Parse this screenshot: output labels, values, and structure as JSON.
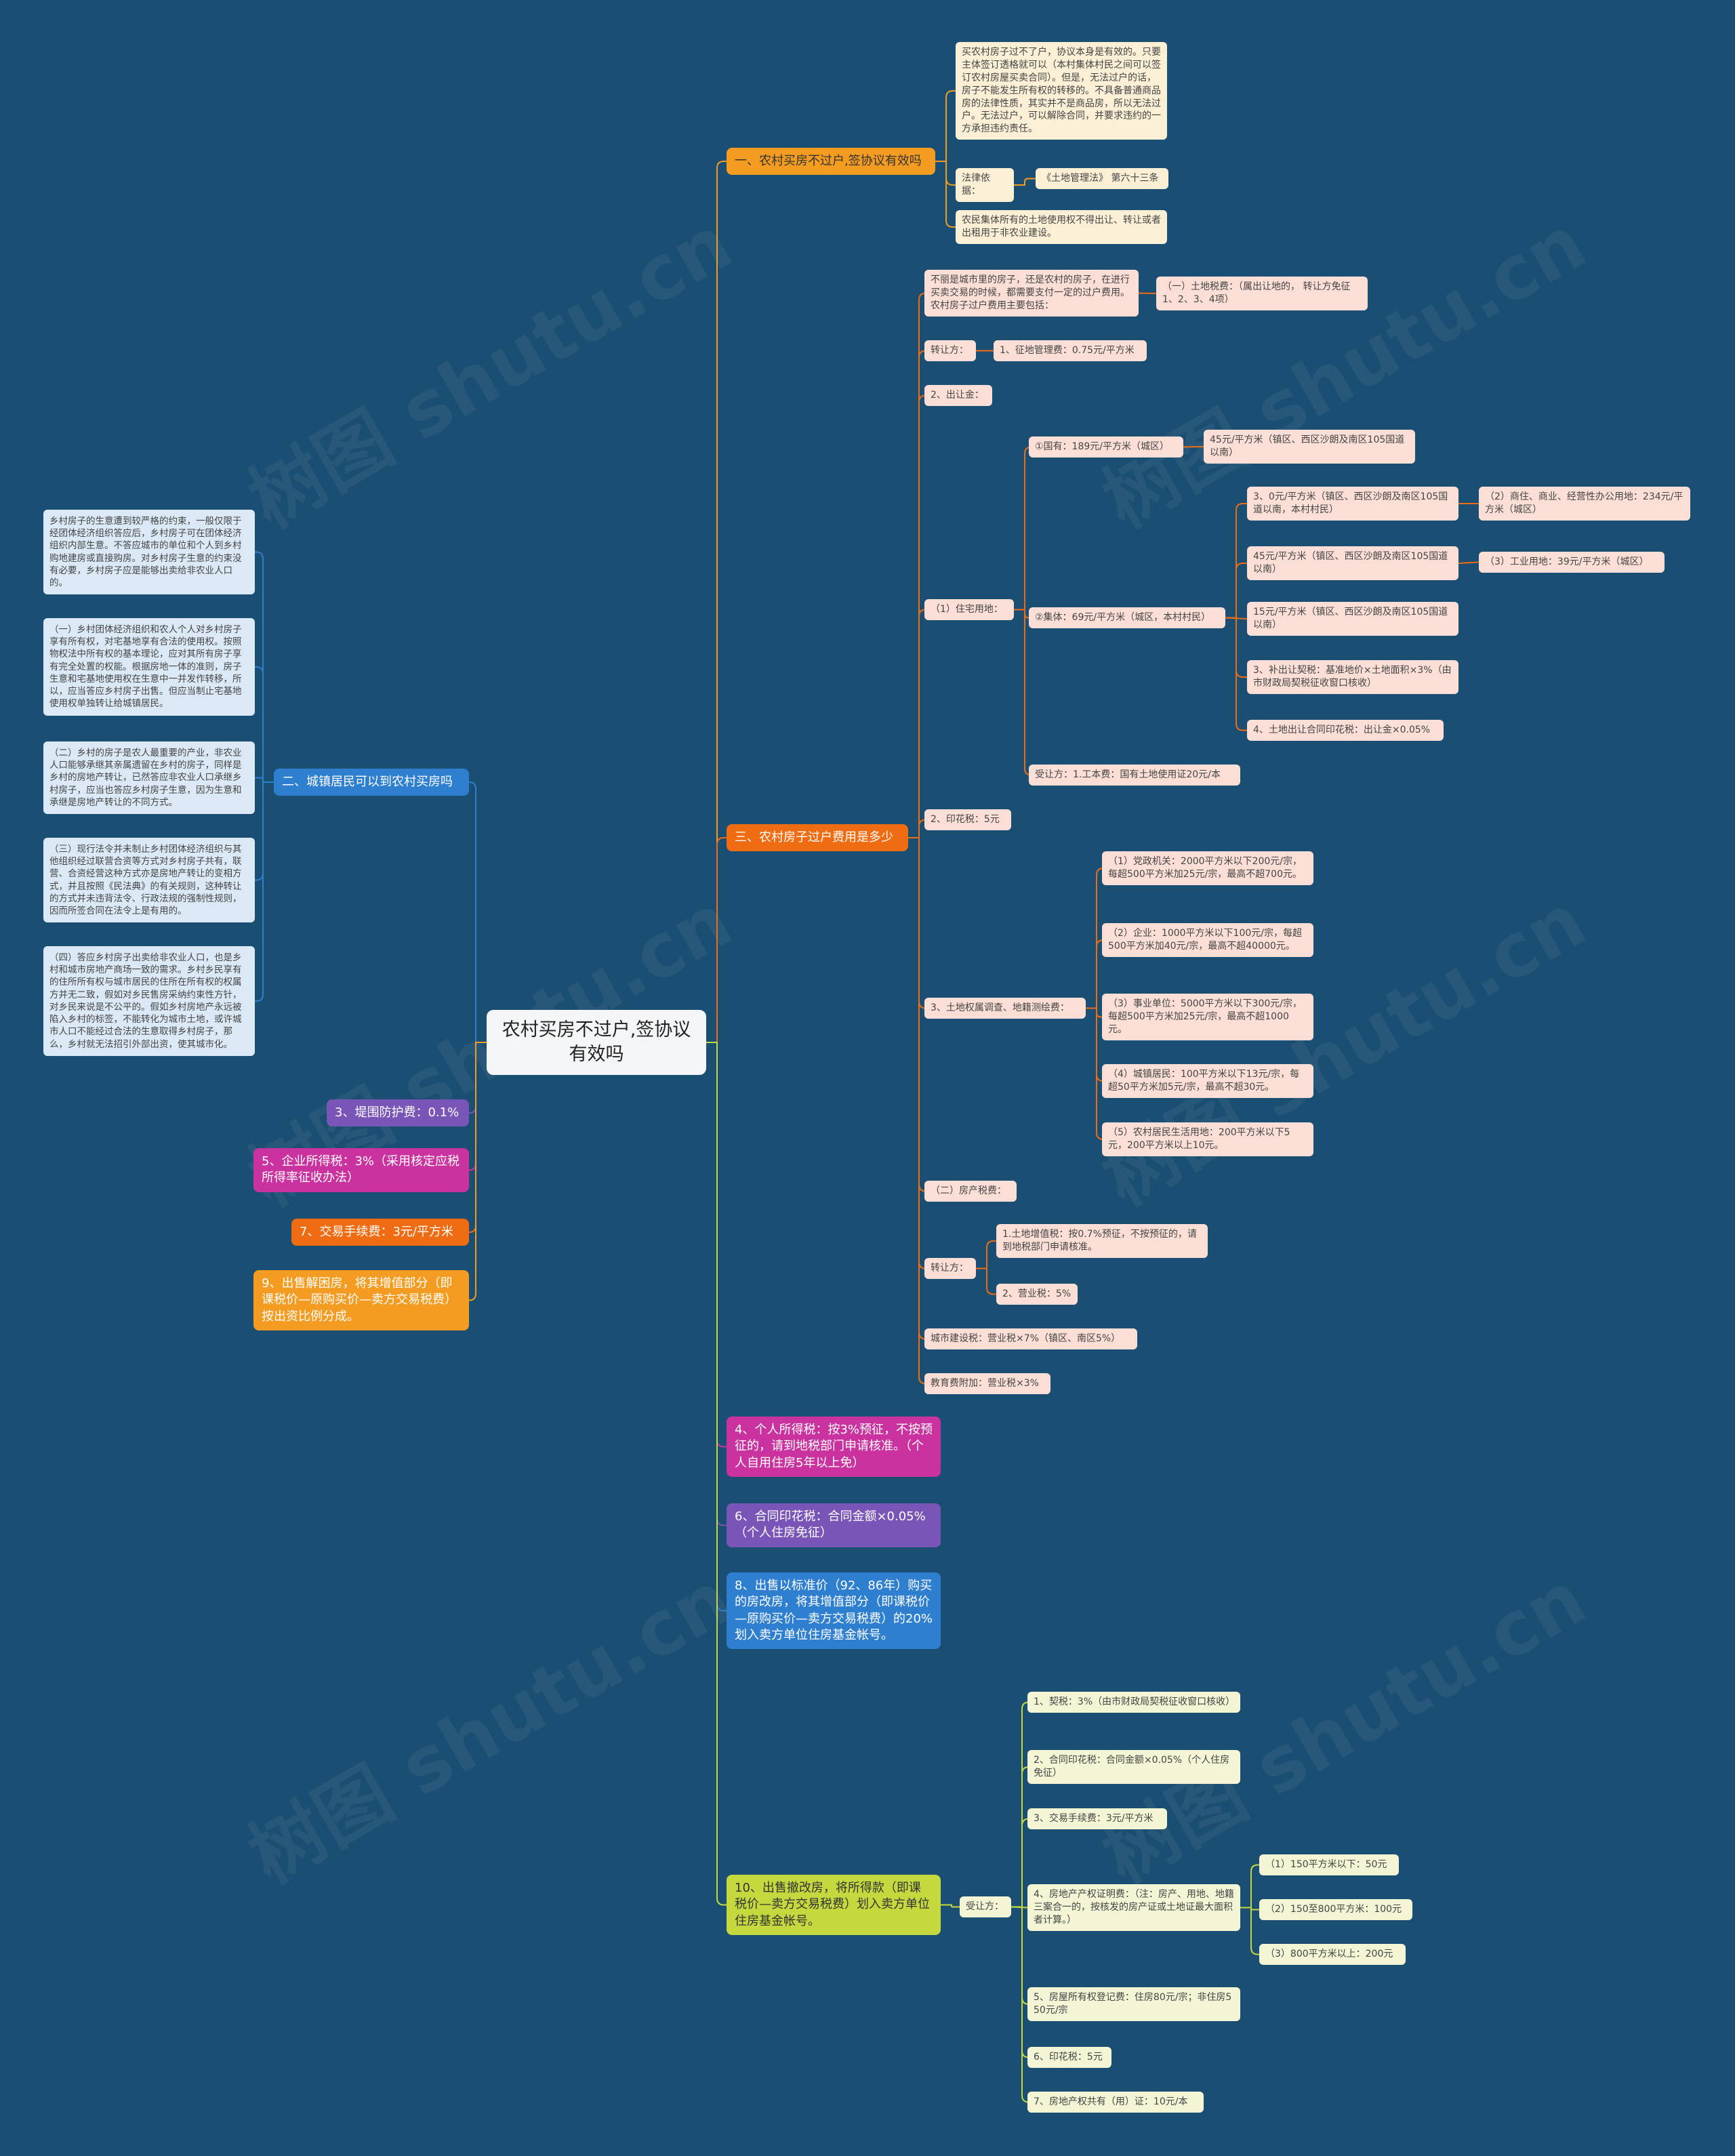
{
  "root": "农村买房不过户,签协议有效吗",
  "watermark": "树图 shutu.cn",
  "colors": {
    "background": "#1a4e72",
    "orange": "#f39c21",
    "deep_orange": "#ef6c13",
    "blue": "#2f7fd0",
    "purple": "#7a55b8",
    "magenta": "#c9329f",
    "lime": "#c5d93f"
  },
  "sec1": {
    "title": "一、农村买房不过户,签协议有效吗",
    "items": [
      "买农村房子过不了户，协议本身是有效的。只要主体签订透格就可以（本村集体村民之间可以签订农村房屋买卖合同）。但是，无法过户的话，房子不能发生所有权的转移的。不具备普通商品房的法律性质，其实并不是商品房，所以无法过户。无法过户，可以解除合同，并要求违约的一方承担违约责任。",
      "法律依据：",
      "《土地管理法》 第六十三条",
      "农民集体所有的土地使用权不得出让、转让或者出租用于非农业建设。"
    ]
  },
  "sec2": {
    "title": "二、城镇居民可以到农村买房吗",
    "items": [
      "乡村房子的生意遭到较严格的约束，一般仅限于经团体经济组织答应后，乡村房子可在团体经济组织内部生意。不答应城市的单位和个人到乡村购地建房或直接购房。对乡村房子生意的约束没有必要，乡村房子应是能够出卖给非农业人口的。",
      "（一）乡村团体经济组织和农人个人对乡村房子享有所有权，对宅基地享有合法的使用权。按照物权法中所有权的基本理论，应对其所有房子享有完全处置的权能。根据房地一体的准则，房子生意和宅基地使用权在生意中一并发作转移，所以，应当答应乡村房子出售。但应当制止宅基地使用权单独转让给城镇居民。",
      "（二）乡村的房子是农人最重要的产业，非农业人口能够承继其亲属遗留在乡村的房子，同样是乡村的房地产转让，已然答应非农业人口承继乡村房子，应当也答应乡村房子生意，因为生意和承继是房地产转让的不同方式。",
      "（三）现行法令并未制止乡村团体经济组织与其他组织经过联营合资等方式对乡村房子共有，联营、合资经营这种方式亦是房地产转让的变相方式，并且按照《民法典》的有关规则，这种转让的方式并未违背法令、行政法规的强制性规则，因而所签合同在法令上是有用的。",
      "（四）答应乡村房子出卖给非农业人口，也是乡村和城市房地产商场一致的需求。乡村乡民享有的住所所有权与城市居民的住所在所有权的权属方并无二致，假如对乡民售房采纳约束性方针，对乡民来说是不公平的。假如乡村房地产永远被陷入乡村的标签，不能转化为城市土地，或许城市人口不能经过合法的生意取得乡村房子，那么，乡村就无法招引外部出资，使其城市化。"
    ]
  },
  "sec3": {
    "title": "三、农村房子过户费用是多少",
    "intro": "不丽是城市里的房子，还是农村的房子，在进行买卖交易的时候，都需要支付一定的过户费用。农村房子过户费用主要包括：",
    "land_tax": "（一）土地税费：（属出让地的， 转让方免征1、2、3、4项）",
    "transferor": "转让方：",
    "levy_fee": "1、征地管理费：0.75元/平方米",
    "grant_fee": "2、出让金：",
    "residential": "（1）住宅用地：",
    "state_owned": "①国有：189元/平方米（城区）",
    "state_owned_sub": "45元/平方米（镇区、西区沙朗及南区105国道以南）",
    "collective": "②集体：69元/平方米（城区，本村村民）",
    "coll_items": [
      "3、0元/平方米（镇区、西区沙朗及南区105国道以南，本村村民）",
      "45元/平方米（镇区、西区沙朗及南区105国道以南）",
      "15元/平方米（镇区、西区沙朗及南区105国道以南）",
      "3、补出让契税：基准地价×土地面积×3%（由市财政局契税征收窗口核收）",
      "4、土地出让合同印花税：出让金×0.05%"
    ],
    "commercial": "（2）商住、商业、经营性办公用地：234元/平方米（城区）",
    "industrial": "（3）工业用地：39元/平方米（城区）",
    "transferee": "受让方：1.工本费：国有土地使用证20元/本",
    "stamp_tax": "2、印花税：5元",
    "survey": "3、土地权属调查、地籍测绘费：",
    "survey_items": [
      "（1）党政机关：2000平方米以下200元/宗，每超500平方米加25元/宗，最高不超700元。",
      "（2）企业：1000平方米以下100元/宗，每超500平方米加40元/宗，最高不超40000元。",
      "（3）事业单位：5000平方米以下300元/宗，每超500平方米加25元/宗，最高不超1000元。",
      "（4）城镇居民：100平方米以下13元/宗，每超50平方米加5元/宗，最高不超30元。",
      "（5）农村居民生活用地：200平方米以下5元，200平方米以上10元。"
    ],
    "property_tax": "（二）房产税费：",
    "transferor2": "转让方：",
    "vat": "1.土地增值税：按0.7%预征，不按预征的，请到地税部门申请核准。",
    "business_tax": "2、营业税：5%",
    "urban_tax": "城市建设税：营业税×7%（镇区、南区5%）",
    "edu_fee": "教育费附加：营业税×3%"
  },
  "left_nodes": [
    "3、堤围防护费：0.1%",
    "5、企业所得税：3%（采用核定应税所得率征收办法）",
    "7、交易手续费：3元/平方米",
    "9、出售解困房，将其增值部分（即课税价—原购买价—卖方交易税费）按出资比例分成。"
  ],
  "right_nodes": [
    "4、个人所得税：按3%预征，不按预征的，请到地税部门申请核准。（个人自用住房5年以上免）",
    "6、合同印花税：合同金额×0.05%（个人住房免征）",
    "8、出售以标准价（92、86年）购买的房改房，将其增值部分（即课税价—原购买价—卖方交易税费）的20%划入卖方单位住房基金帐号。"
  ],
  "sec10": {
    "title": "10、出售撤改房，将所得款（即课税价—卖方交易税费）划入卖方单位住房基金帐号。",
    "buyer": "受让方：",
    "items": [
      "1、契税：3%（由市财政局契税征收窗口核收）",
      "2、合同印花税：合同金额×0.05%（个人住房免征）",
      "3、交易手续费：3元/平方米",
      "4、房地产产权证明费：（注：房产、用地、地籍三案合一的，按核发的房产证或土地证最大面积者计算。）",
      "5、房屋所有权登记费：住房80元/宗；非住房550元/宗",
      "6、印花税：5元",
      "7、房地产权共有（用）证：10元/本"
    ],
    "cert_items": [
      "（1）150平方米以下：50元",
      "（2）150至800平方米：100元",
      "（3）800平方米以上：200元"
    ]
  }
}
